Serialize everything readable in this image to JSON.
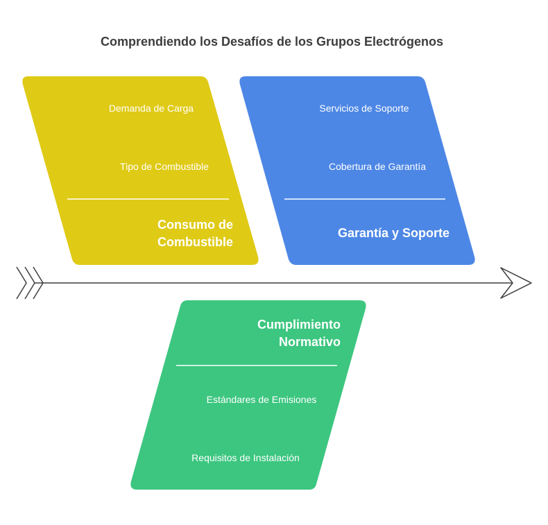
{
  "title": "Comprendiendo los Desafíos de los Grupos Electrógenos",
  "colors": {
    "fuel": "#dfca16",
    "warranty": "#4d87e6",
    "compliance": "#3cc67f",
    "spine": "#3d3d3d"
  },
  "categories": {
    "fuel": {
      "label_line1": "Consumo de",
      "label_line2": "Combustible",
      "causes": [
        "Demanda de Carga",
        "Tipo de Combustible"
      ]
    },
    "warranty": {
      "label": "Garantía y Soporte",
      "causes": [
        "Servicios de Soporte",
        "Cobertura de Garantía"
      ]
    },
    "compliance": {
      "label_line1": "Cumplimiento",
      "label_line2": "Normativo",
      "causes": [
        "Estándares de Emisiones",
        "Requisitos de Instalación"
      ]
    }
  }
}
